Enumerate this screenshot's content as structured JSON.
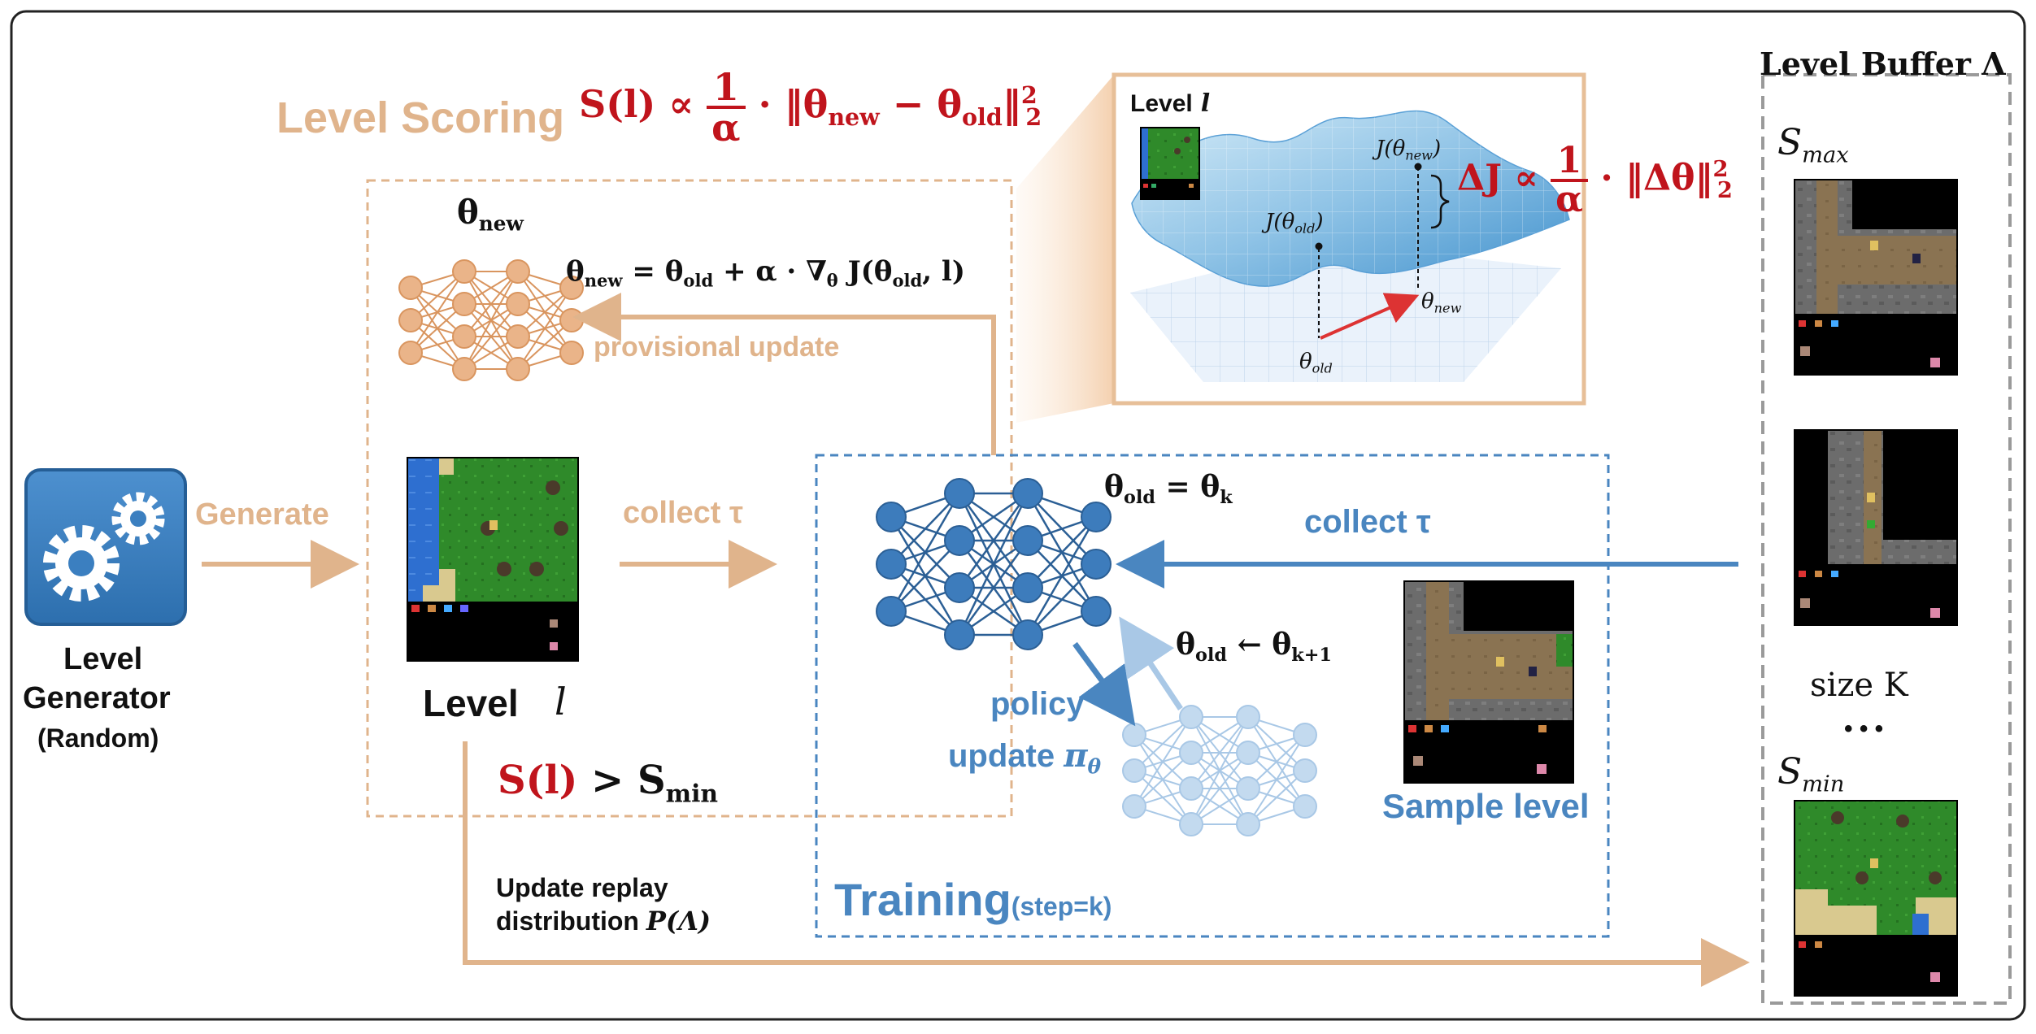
{
  "title_scoring_prefix": "Level Scoring",
  "title_scoring_formula": "S(l) ∝ 1/α · ‖θnew − θold‖²₂",
  "theta_new_label": "θnew",
  "provisional_formula": "θnew = θold + α · ∇θ J(θold, l)",
  "provisional_update": "provisional update",
  "generator": {
    "line1": "Level",
    "line2": "Generator",
    "line3": "(Random)",
    "icon": "gear-icon"
  },
  "generate": "Generate",
  "level_word": "Level",
  "level_var": "l",
  "collect_tau_1": "collect τ",
  "collect_tau_2": "collect τ",
  "score_condition": "S(l) > Smin",
  "update_replay_1": "Update replay",
  "update_replay_2": "distribution P(Λ)",
  "theta_old_eq": "θold = θk",
  "theta_old_assign": "θold ← θk+1",
  "policy_update_1": "policy",
  "policy_update_2": "update πθ",
  "sample_level": "Sample level",
  "training_word": "Training",
  "training_step": "(step=k)",
  "inset": {
    "level_word": "Level",
    "level_var": "l",
    "j_new": "J(θnew)",
    "j_old": "J(θold)",
    "theta_new": "θnew",
    "theta_old": "θold",
    "delta_formula": "ΔJ ∝ 1/α · ‖Δθ‖²₂"
  },
  "buffer": {
    "title": "Level Buffer Λ",
    "s_max": "Smax",
    "s_min": "Smin",
    "size": "size K",
    "dots": "• • •"
  },
  "colors": {
    "tan": "#e0b48c",
    "blue": "#4a86c0",
    "red": "#c0141c",
    "light_blue": "#a9c8e6"
  }
}
